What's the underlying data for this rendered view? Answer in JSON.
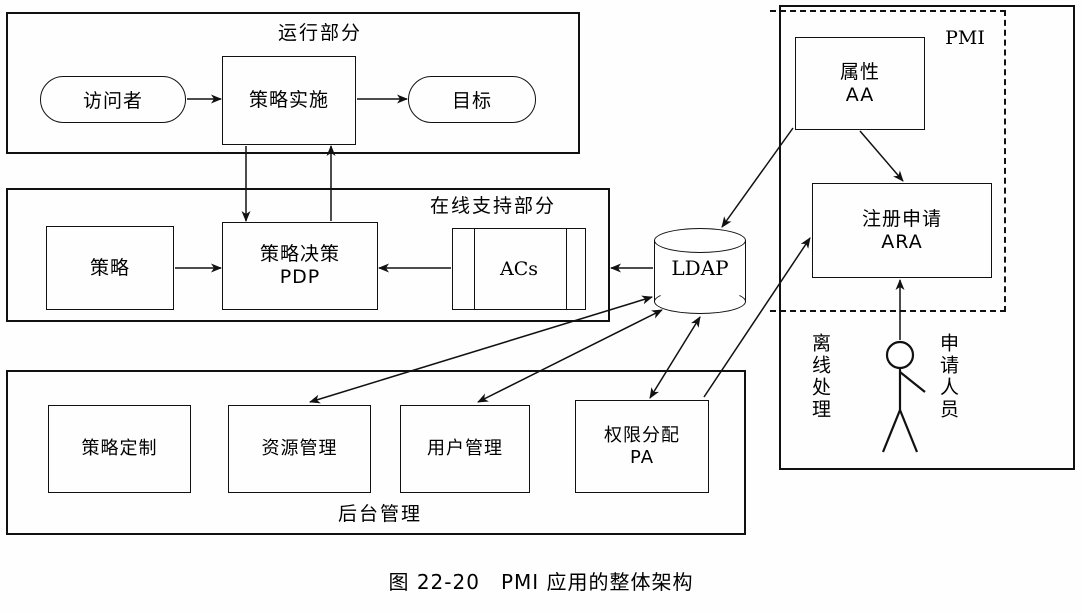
{
  "figure": {
    "caption": "图 22-20　PMI 应用的整体架构"
  },
  "sections": {
    "runtime": {
      "title": "运行部分",
      "nodes": {
        "visitor": "访问者",
        "policy_enforcement": "策略实施",
        "target": "目标"
      }
    },
    "online_support": {
      "title": "在线支持部分",
      "nodes": {
        "policy": "策略",
        "policy_decision": "策略决策\nPDP",
        "acs": "ACs"
      }
    },
    "backend": {
      "title": "后台管理",
      "nodes": {
        "policy_authoring": "策略定制",
        "resource_mgmt": "资源管理",
        "user_mgmt": "用户管理",
        "privilege_allocation": "权限分配\nPA"
      }
    },
    "pmi": {
      "title": "PMI",
      "nodes": {
        "attribute_aa": "属性\nAA",
        "register_ara": "注册申请\nARA"
      },
      "offline_label": "离线处理",
      "applicant_label": "申请人员"
    }
  },
  "repository": {
    "ldap": "LDAP"
  },
  "colors": {
    "stroke": "#111111",
    "background": "#ffffff"
  }
}
